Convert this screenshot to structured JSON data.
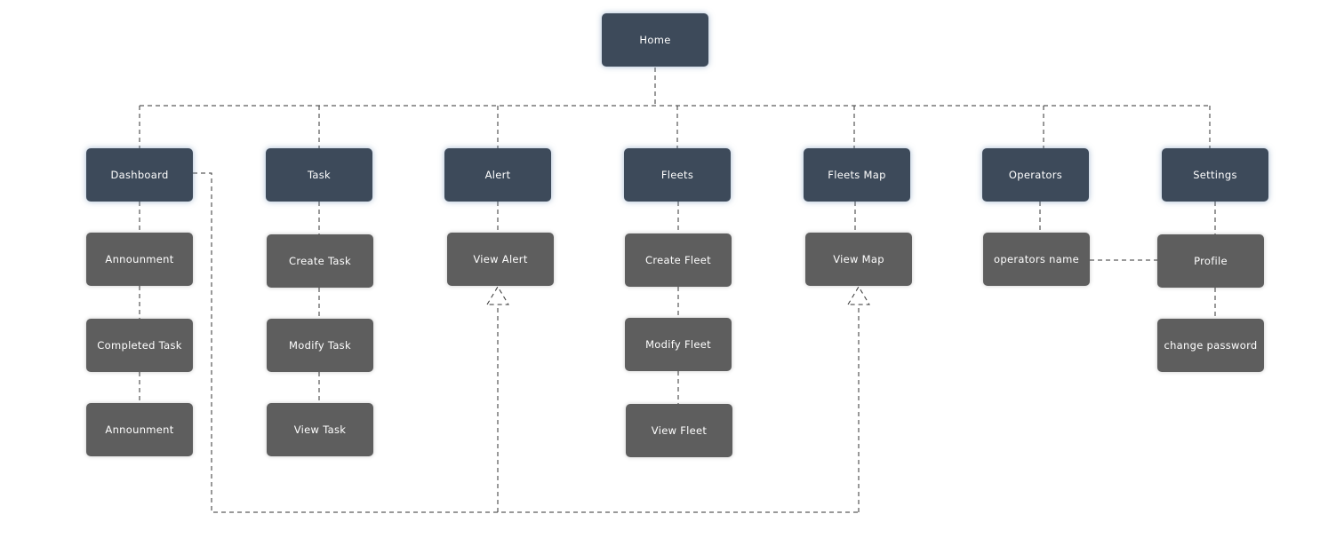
{
  "diagram": {
    "root": {
      "label": "Home"
    },
    "sections": [
      {
        "label": "Dashboard",
        "children": [
          "Announment",
          "Completed Task",
          "Announment"
        ]
      },
      {
        "label": "Task",
        "children": [
          "Create Task",
          "Modify Task",
          "View Task"
        ]
      },
      {
        "label": "Alert",
        "children": [
          "View Alert"
        ]
      },
      {
        "label": "Fleets",
        "children": [
          "Create Fleet",
          "Modify Fleet",
          "View Fleet"
        ]
      },
      {
        "label": "Fleets Map",
        "children": [
          "View Map"
        ]
      },
      {
        "label": "Operators",
        "children": [
          "operators name"
        ]
      },
      {
        "label": "Settings",
        "children": [
          "Profile",
          "change password"
        ]
      }
    ],
    "colors": {
      "primary_node": "#3d4a5a",
      "secondary_node": "#5e5e5e",
      "connector": "#333333"
    }
  }
}
